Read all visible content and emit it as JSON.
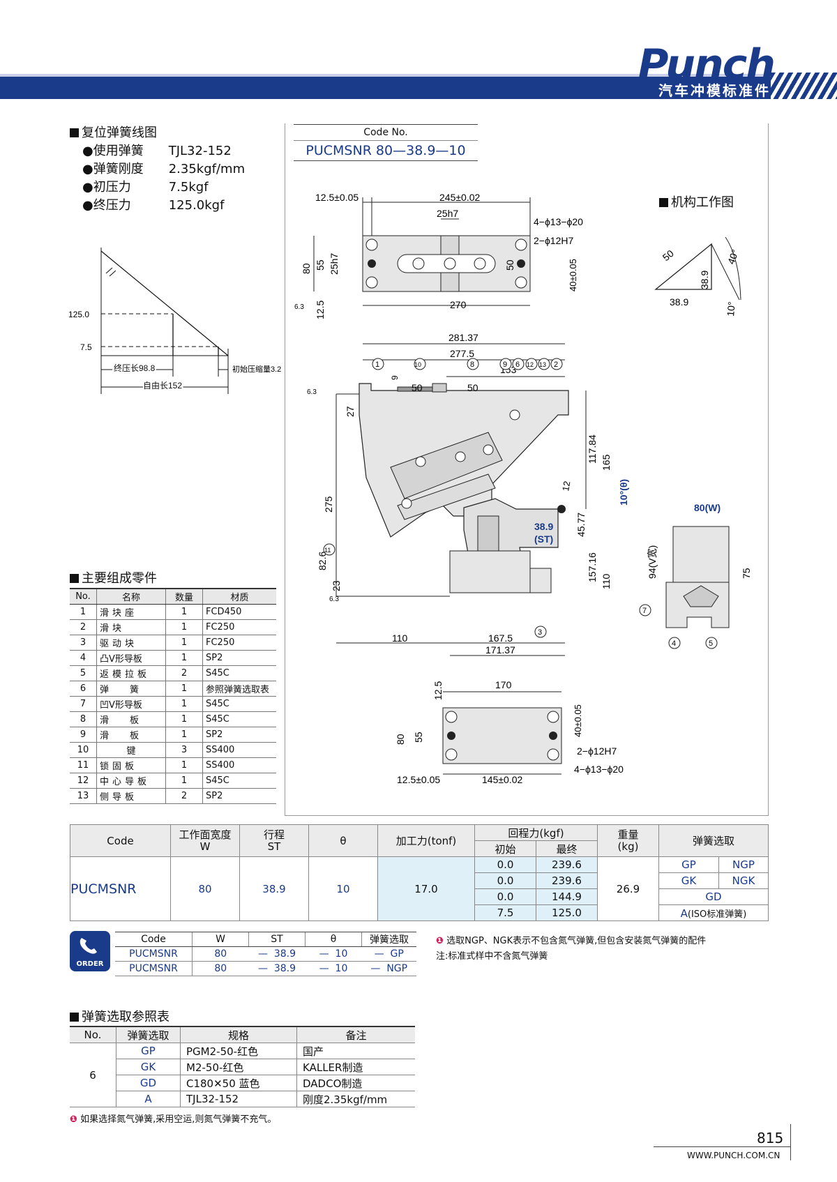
{
  "header": {
    "logo": "Punch",
    "subtitle": "汽车冲模标准件"
  },
  "spring_diagram": {
    "title": "复位弹簧线图",
    "specs": [
      {
        "label": "使用弹簧",
        "value": "TJL32-152"
      },
      {
        "label": "弹簧刚度",
        "value": "2.35kgf/mm"
      },
      {
        "label": "初压力",
        "value": "7.5kgf"
      },
      {
        "label": "终压力",
        "value": "125.0kgf"
      }
    ],
    "y_high": "125.0",
    "y_low": "7.5",
    "final_len": "终压长98.8",
    "initial_comp": "初始压缩量3.2",
    "free_len": "自由长152"
  },
  "code_box": {
    "label": "Code No.",
    "value": "PUCMSNR 80—38.9—10"
  },
  "mechanism_title": "机构工作图",
  "drawing_dims": {
    "top_12_5": "12.5±0.05",
    "top_245": "245±0.02",
    "top_25h7": "25h7",
    "top_holes_a": "4−ϕ13−ϕ20",
    "top_holes_b": "2−ϕ12H7",
    "top_80": "80",
    "top_55": "55",
    "top_25h7_v": "25h7",
    "top_50": "50",
    "top_40": "40±0.05",
    "top_270": "270",
    "top_12_5v": "12.5",
    "rough": "6.3",
    "side_281": "281.37",
    "side_277": "277.5",
    "side_153": "153",
    "side_50a": "50",
    "side_50b": "50",
    "side_9": "9",
    "side_27": "27",
    "side_275": "275",
    "side_82_6": "82.6",
    "side_23": "23",
    "side_117": "117.84",
    "side_165": "165",
    "side_angle": "10°(θ)",
    "side_12": "12",
    "side_st": "38.9",
    "side_st_label": "(ST)",
    "side_45": "45.77",
    "side_157": "157.16",
    "side_110v": "110",
    "side_110": "110",
    "side_167": "167.5",
    "side_171": "171.37",
    "tri_50": "50",
    "tri_38_9v": "38.9",
    "tri_38_9": "38.9",
    "tri_40": "40°",
    "tri_10": "10°",
    "v_w": "80(W)",
    "v_94": "94(V宽)",
    "v_75": "75",
    "bot_170": "170",
    "bot_12_5": "12.5",
    "bot_80": "80",
    "bot_55": "55",
    "bot_40": "40±0.05",
    "bot_holes_b": "2−ϕ12H7",
    "bot_holes_a": "4−ϕ13−ϕ20",
    "bot_12_5h": "12.5±0.05",
    "bot_145": "145±0.02"
  },
  "balloons": [
    "1",
    "10",
    "8",
    "9",
    "6",
    "12",
    "13",
    "2",
    "11",
    "3",
    "7",
    "4",
    "5"
  ],
  "parts": {
    "title": "主要组成零件",
    "headers": [
      "No.",
      "名称",
      "数量",
      "材质"
    ],
    "rows": [
      [
        "1",
        "滑块座",
        "1",
        "FCD450"
      ],
      [
        "2",
        "滑块",
        "1",
        "FC250"
      ],
      [
        "3",
        "驱动块",
        "1",
        "FC250"
      ],
      [
        "4",
        "凸V形导板",
        "1",
        "SP2"
      ],
      [
        "5",
        "返模拉板",
        "2",
        "S45C"
      ],
      [
        "6",
        "弹簧",
        "1",
        "参照弹簧选取表"
      ],
      [
        "7",
        "凹V形导板",
        "1",
        "S45C"
      ],
      [
        "8",
        "滑板",
        "1",
        "S45C"
      ],
      [
        "9",
        "滑板",
        "1",
        "SP2"
      ],
      [
        "10",
        "键",
        "3",
        "SS400"
      ],
      [
        "11",
        "锁固板",
        "1",
        "SS400"
      ],
      [
        "12",
        "中心导板",
        "1",
        "S45C"
      ],
      [
        "13",
        "侧导板",
        "2",
        "SP2"
      ]
    ]
  },
  "main_table": {
    "h_code": "Code",
    "h_w": "工作面宽度",
    "h_w2": "W",
    "h_st": "行程",
    "h_st2": "ST",
    "h_theta": "θ",
    "h_force": "加工力(tonf)",
    "h_return": "回程力(kgf)",
    "h_init": "初始",
    "h_final": "最终",
    "h_weight": "重量",
    "h_weight2": "(kg)",
    "h_spring": "弹簧选取",
    "code": "PUCMSNR",
    "w": "80",
    "st": "38.9",
    "theta": "10",
    "force": "17.0",
    "weight": "26.9",
    "returns": [
      [
        "0.0",
        "239.6"
      ],
      [
        "0.0",
        "239.6"
      ],
      [
        "0.0",
        "144.9"
      ],
      [
        "7.5",
        "125.0"
      ]
    ],
    "springs": [
      [
        "GP",
        "NGP"
      ],
      [
        "GK",
        "NGK"
      ],
      [
        "GD",
        ""
      ],
      [
        "A",
        "(ISO标准弹簧)"
      ]
    ]
  },
  "order": {
    "badge": "ORDER",
    "headers": [
      "Code",
      "W",
      "ST",
      "θ",
      "弹簧选取"
    ],
    "dash": "—",
    "rows": [
      [
        "PUCMSNR",
        "80",
        "38.9",
        "10",
        "GP"
      ],
      [
        "PUCMSNR",
        "80",
        "38.9",
        "10",
        "NGP"
      ]
    ],
    "note1": "选取NGP、NGK表示不包含氮气弹簧,但包含安装氮气弹簧的配件",
    "note2": "注:标准式样中不含氮气弹簧"
  },
  "spring_table": {
    "title": "弹簧选取参照表",
    "headers": [
      "No.",
      "弹簧选取",
      "规格",
      "备注"
    ],
    "no": "6",
    "rows": [
      [
        "GP",
        "PGM2-50-红色",
        "国产"
      ],
      [
        "GK",
        "M2-50-红色",
        "KALLER制造"
      ],
      [
        "GD",
        "C180✕50  蓝色",
        "DADCO制造"
      ],
      [
        "A",
        "TJL32-152",
        "刚度2.35kgf/mm"
      ]
    ],
    "note": "如果选择氮气弹簧,采用空运,则氮气弹簧不充气。"
  },
  "footer": {
    "page": "815",
    "url": "WWW.PUNCH.COM.CN"
  },
  "colors": {
    "brand": "#1a3a8a",
    "highlight": "#dff0f8",
    "note_dot": "#d11f5a"
  }
}
